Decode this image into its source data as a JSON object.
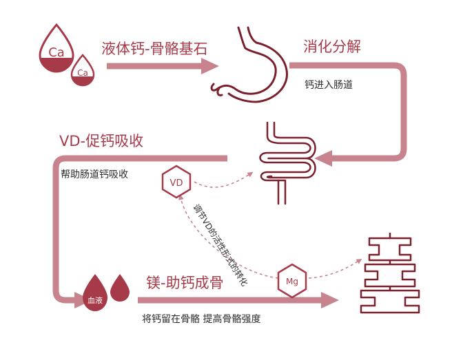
{
  "colors": {
    "flow": "#c8848e",
    "accent": "#a73a48",
    "dark": "#7a1f2c",
    "light": "#f1dfe2",
    "text": "#2b2b2b"
  },
  "stages": {
    "liquid_calcium": {
      "title": "液体钙-骨骼基石",
      "drop_big": "Ca",
      "drop_small": "Ca"
    },
    "digestion": {
      "title": "消化分解",
      "subtitle": "钙进入肠道"
    },
    "vd": {
      "title": "VD-促钙吸收",
      "subtitle": "帮助肠道钙吸收",
      "badge": "VD"
    },
    "magnesium": {
      "title": "镁-助钙成骨",
      "subtitle": "将钙留在骨骼 提高骨骼强度",
      "badge": "Mg",
      "drop_label": "血液"
    },
    "mg_vd_link": {
      "label": "调节VD的活性形式的转化"
    }
  },
  "icons": [
    "calcium-drop-icon",
    "stomach-icon",
    "intestine-icon",
    "blood-drop-icon",
    "spine-icon",
    "vd-hexagon-icon",
    "mg-hexagon-icon"
  ]
}
